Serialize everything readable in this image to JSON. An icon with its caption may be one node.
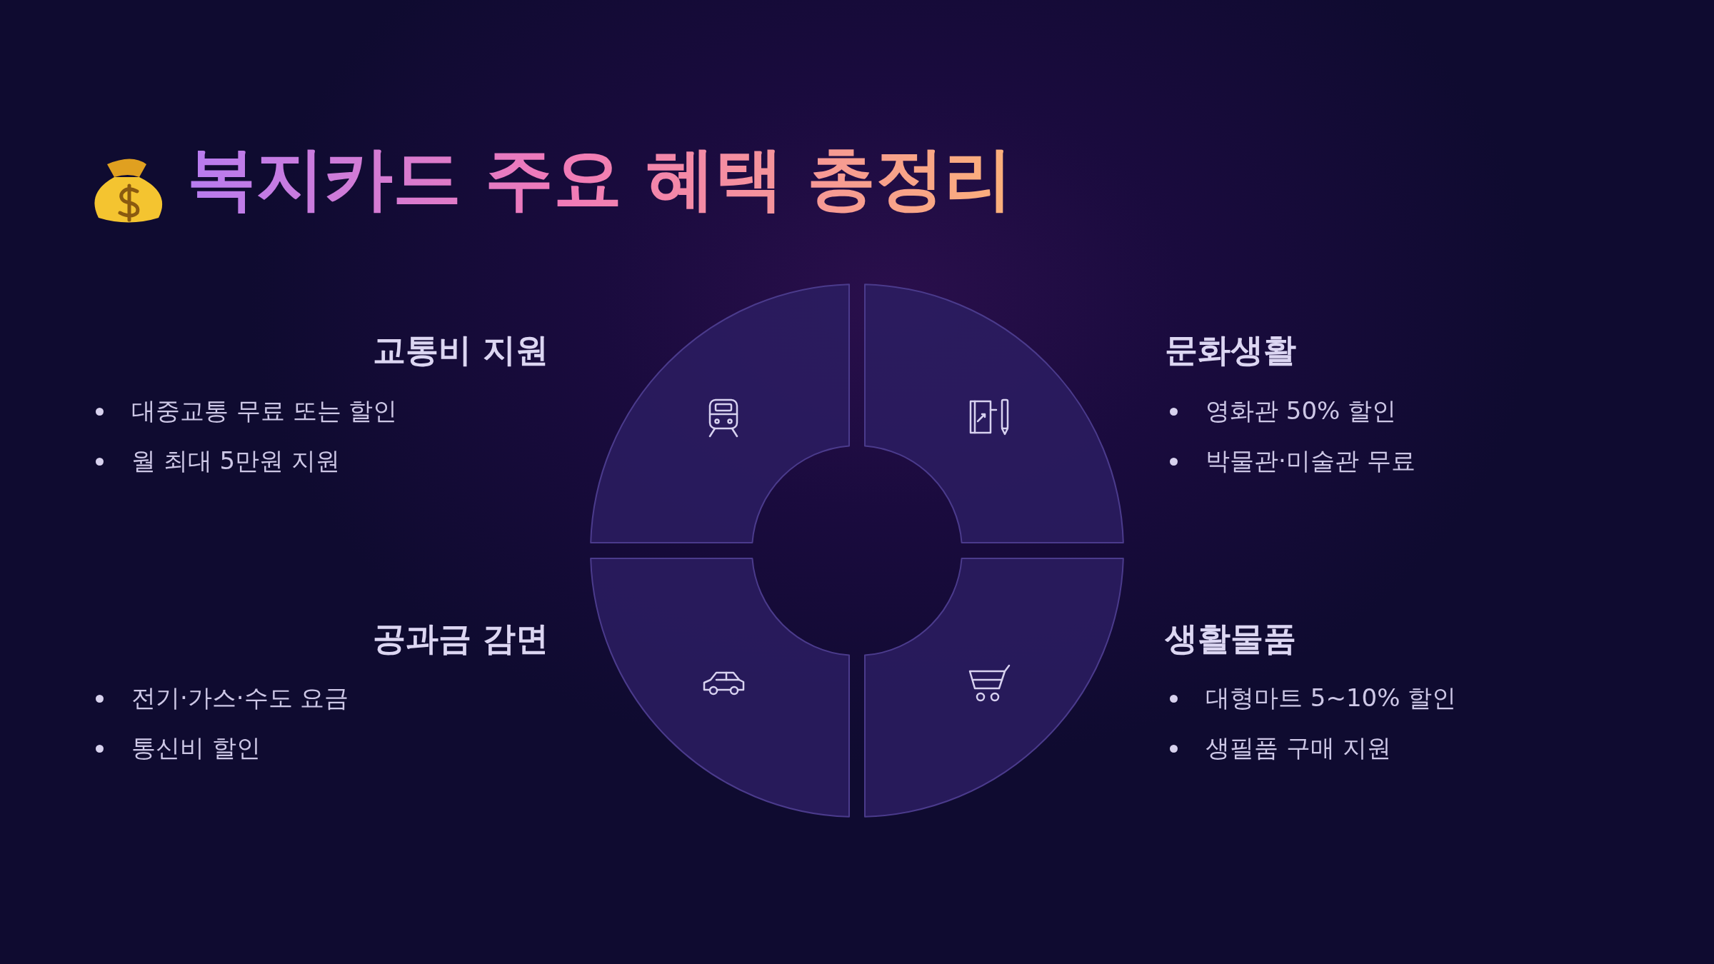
{
  "diagram": {
    "title": "복지카드 주요 혜택 총정리",
    "labels": [
      "교통비 지원",
      "대중교통 무료 또는 할인",
      "월 최대 5만원 지원",
      "문화생활",
      "영화관 50% 할인",
      "박물관·미술관 무료",
      "공과금 감면",
      "전기·가스·수도 요금",
      "통신비 할인",
      "생활물품",
      "대형마트 5~10% 할인",
      "생필품 구매 지원"
    ]
  }
}
